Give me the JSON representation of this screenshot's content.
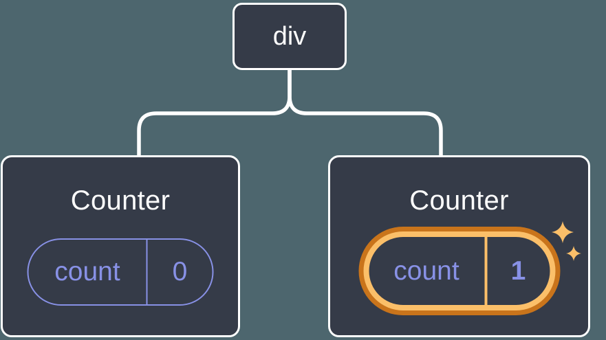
{
  "tree": {
    "root": {
      "label": "div"
    },
    "children": [
      {
        "title": "Counter",
        "state": {
          "key": "count",
          "value": "0"
        },
        "highlighted": false
      },
      {
        "title": "Counter",
        "state": {
          "key": "count",
          "value": "1"
        },
        "highlighted": true
      }
    ]
  },
  "icons": {
    "sparkles": "sparkles-icon"
  },
  "colors": {
    "bg": "#4d666e",
    "card": "#353b48",
    "line": "#ffffff",
    "purple": "#8891e6",
    "orange-dark": "#c9741b",
    "orange-light": "#fbbf69",
    "text-white": "#fcfcfc"
  }
}
